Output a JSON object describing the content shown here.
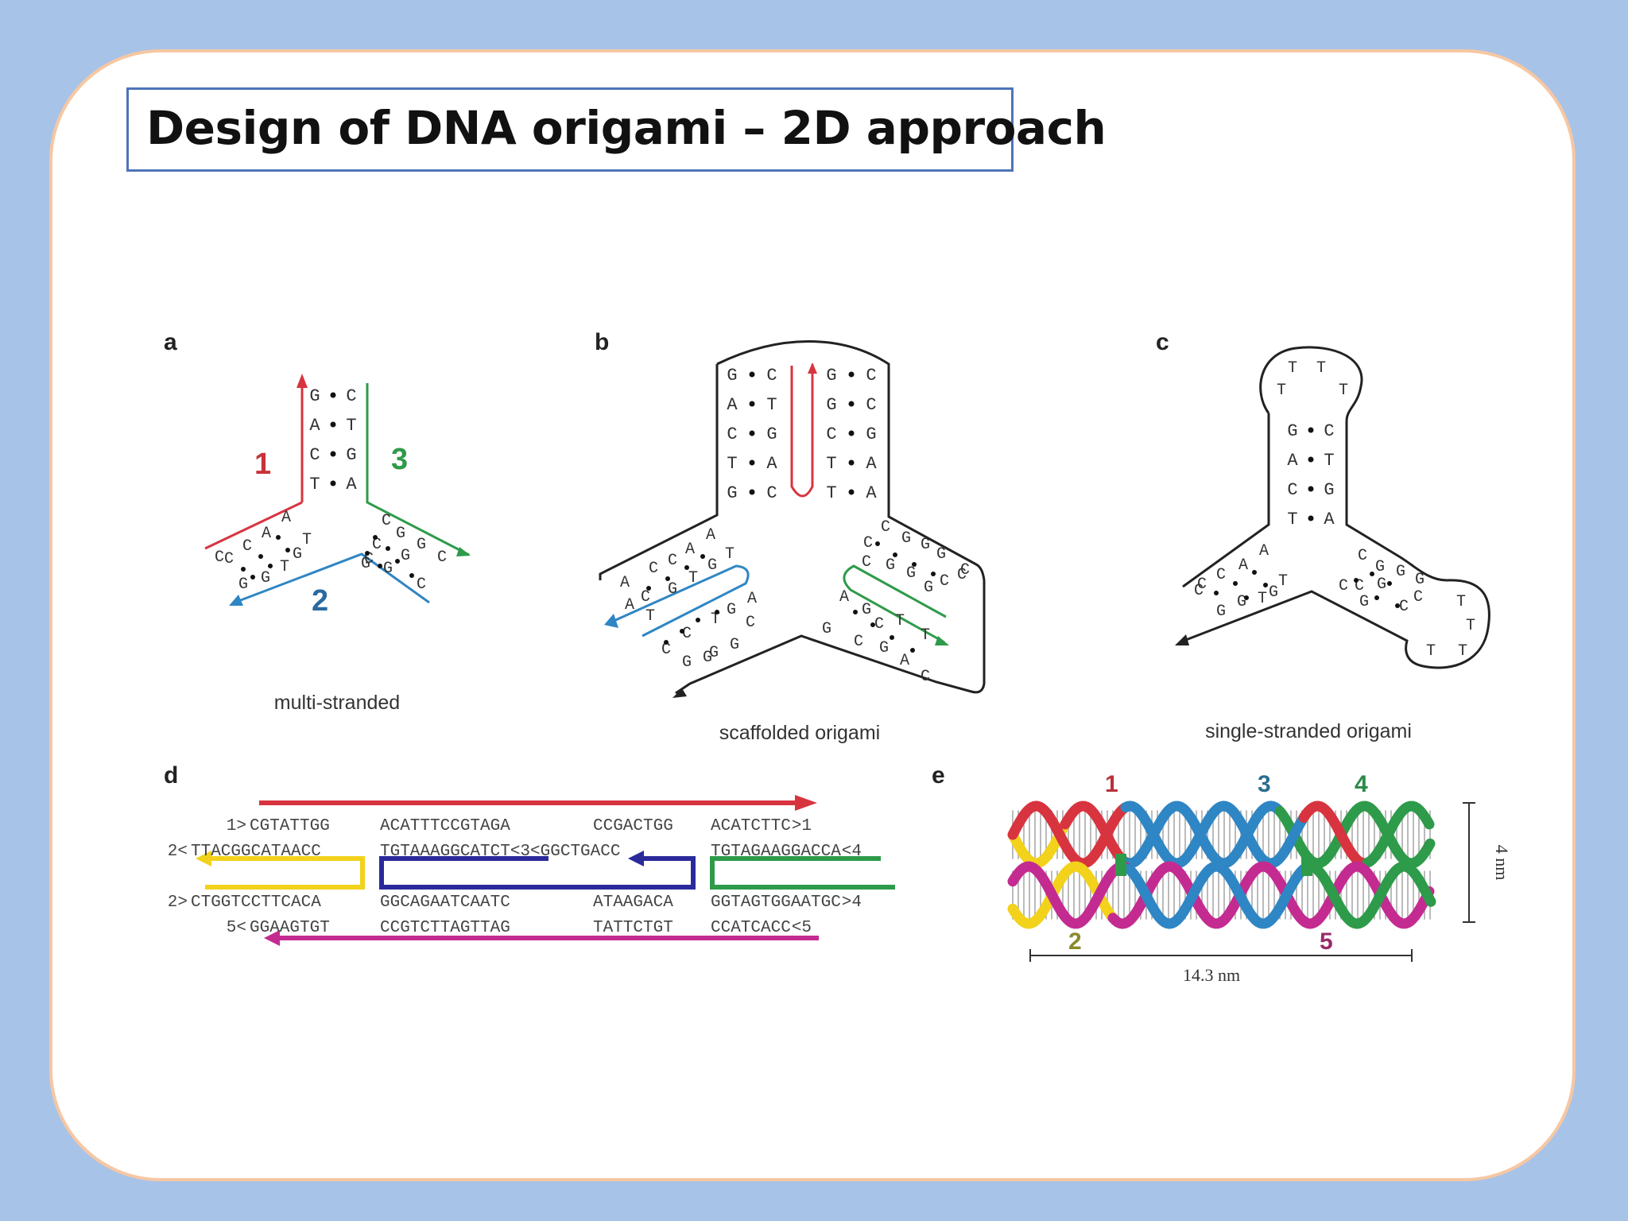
{
  "title": "Design of DNA origami – 2D approach",
  "colors": {
    "background": "#a8c3e8",
    "slide_border": "#f6c7a2",
    "title_border": "#4f74b8",
    "strand_red": "#d8343f",
    "strand_green": "#2e9b4a",
    "strand_blue": "#2f86c4",
    "strand_yellow": "#f2d21b",
    "strand_navy": "#2b2a9b",
    "strand_magenta": "#c42b91"
  },
  "panels": {
    "a": {
      "letter": "a",
      "caption": "multi-stranded",
      "stem_pairs": [
        [
          "G",
          "C"
        ],
        [
          "A",
          "T"
        ],
        [
          "C",
          "G"
        ],
        [
          "T",
          "A"
        ]
      ],
      "left_arm": [
        "A",
        "T",
        "A",
        "G",
        "C",
        "T",
        "C",
        "G",
        "C",
        "G"
      ],
      "right_arm": [
        "C",
        "G",
        "C",
        "G",
        "C",
        "G",
        "G",
        "C",
        "G",
        "C"
      ],
      "labels": [
        "1",
        "2",
        "3"
      ]
    },
    "b": {
      "letter": "b",
      "caption": "scaffolded origami",
      "stem_left": [
        [
          "G",
          "C"
        ],
        [
          "A",
          "T"
        ],
        [
          "C",
          "G"
        ],
        [
          "T",
          "A"
        ],
        [
          "G",
          "C"
        ]
      ],
      "stem_right": [
        [
          "G",
          "C"
        ],
        [
          "G",
          "C"
        ],
        [
          "C",
          "G"
        ],
        [
          "T",
          "A"
        ],
        [
          "T",
          "A"
        ]
      ],
      "left_arm": [
        "A",
        "T",
        "A",
        "G",
        "C",
        "T",
        "C",
        "G",
        "A",
        "C",
        "A",
        "T",
        "C",
        "C",
        "A",
        "G",
        "T",
        "G",
        "G",
        "C",
        "G",
        "G"
      ],
      "right_arm": [
        "C",
        "G",
        "C",
        "G",
        "C",
        "G",
        "G",
        "C",
        "G",
        "C",
        "G",
        "C",
        "A",
        "G",
        "C",
        "T",
        "G",
        "C",
        "G",
        "A",
        "T",
        "C"
      ]
    },
    "c": {
      "letter": "c",
      "caption": "single-stranded origami",
      "loop_top": [
        "T",
        "T",
        "T",
        "T"
      ],
      "stem_pairs": [
        [
          "G",
          "C"
        ],
        [
          "A",
          "T"
        ],
        [
          "C",
          "G"
        ],
        [
          "T",
          "A"
        ]
      ],
      "left_arm": [
        "A",
        "T",
        "A",
        "G",
        "C",
        "T",
        "C",
        "G",
        "C",
        "G"
      ],
      "right_arm": [
        "C",
        "G",
        "C",
        "G",
        "C",
        "G",
        "G",
        "C",
        "G",
        "C"
      ],
      "loop_right": [
        "T",
        "T",
        "T",
        "T"
      ]
    },
    "d": {
      "letter": "d",
      "rows": [
        {
          "prefix": "1>",
          "segments": [
            "CGTATTGG",
            "ACATTTCCGTAGA",
            "CCGACTGG",
            "ACATCTTC"
          ],
          "suffix": ">1"
        },
        {
          "prefix": "2<",
          "segments": [
            "TTACGGCATAACC",
            "TGTAAAGGCATCT<3<GGCTGACC",
            "TGTAGAAGGACCA"
          ],
          "suffix": "<4"
        },
        {
          "prefix": "2>",
          "segments": [
            "CTGGTCCTTCACA",
            "GGCAGAATCAATC",
            "ATAAGACA",
            "GGTAGTGGAATGC"
          ],
          "suffix": ">4"
        },
        {
          "prefix": "5<",
          "segments": [
            "GGAAGTGT",
            "CCGTCTTAGTTAG",
            "TATTCTGT",
            "CCATCACC"
          ],
          "suffix": "<5"
        }
      ]
    },
    "e": {
      "letter": "e",
      "strand_labels": [
        "1",
        "3",
        "4",
        "2",
        "5"
      ],
      "width_label": "14.3 nm",
      "height_label": "4 nm"
    }
  }
}
